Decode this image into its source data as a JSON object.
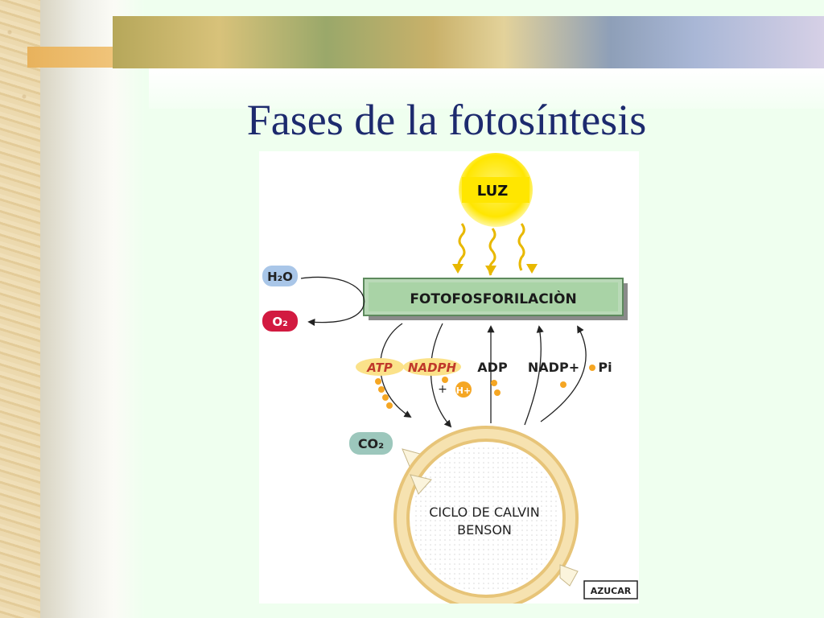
{
  "slide": {
    "title": "Fases de la fotosíntesis"
  },
  "diagram": {
    "light_label": "LUZ",
    "phase_label": "FOTOFOSFORILACIÒN",
    "water_label": "H₂O",
    "oxygen_label": "O₂",
    "co2_label": "CO₂",
    "products": [
      "ATP",
      "NADPH",
      "ADP",
      "NADP+",
      "Pi"
    ],
    "proton_label": "H+",
    "plus_sign": "+",
    "cycle_line1": "CICLO DE CALVIN",
    "cycle_line2": "BENSON",
    "sugar_label": "AZUCAR",
    "colors": {
      "sun": "#ffe600",
      "phase_box": "#b9d9b7",
      "cycle_ring": "#f2d79a",
      "oxygen": "#d21a40",
      "water": "#a9c6e8",
      "co2": "#9cc7bc",
      "molecule_dot": "#f5a623"
    }
  }
}
